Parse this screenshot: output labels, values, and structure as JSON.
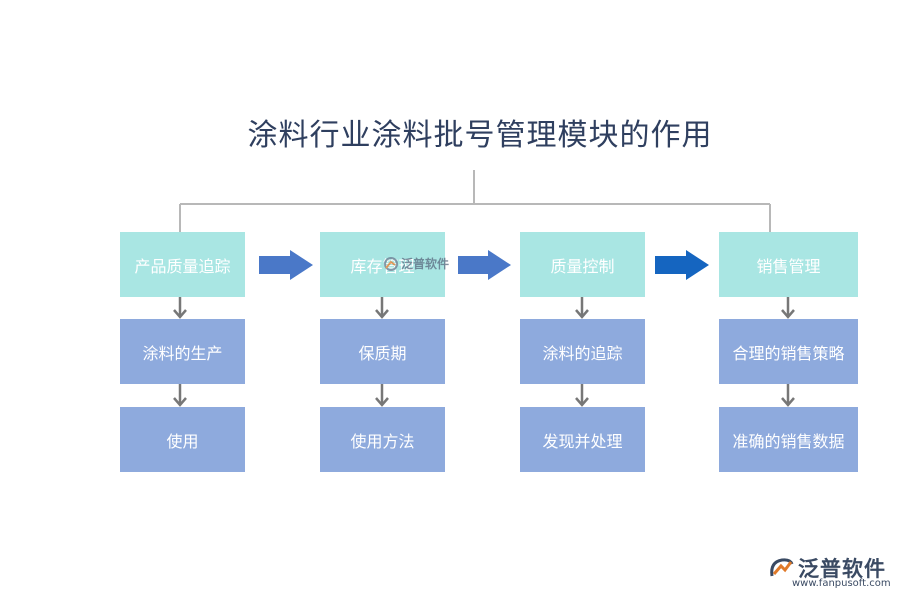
{
  "title": "涂料行业涂料批号管理模块的作用",
  "columns": [
    {
      "head": "产品质量追踪",
      "mid": "涂料的生产",
      "bottom": "使用"
    },
    {
      "head": "库存管理",
      "mid": "保质期",
      "bottom": "使用方法"
    },
    {
      "head": "质量控制",
      "mid": "涂料的追踪",
      "bottom": "发现并处理"
    },
    {
      "head": "销售管理",
      "mid": "合理的销售策略",
      "bottom": "准确的销售数据"
    }
  ],
  "watermark": {
    "small_text": "泛普软件"
  },
  "brand": {
    "name": "泛普软件",
    "url": "www.fanpusoft.com"
  },
  "colors": {
    "head_box": "#a9e6e3",
    "body_box": "#8eaadd",
    "connector": "#b8b8b8",
    "down_arrow": "#777777",
    "right_arrow_light": "#4a78c8",
    "right_arrow_dark": "#1565c0",
    "title": "#2f3f5f"
  }
}
